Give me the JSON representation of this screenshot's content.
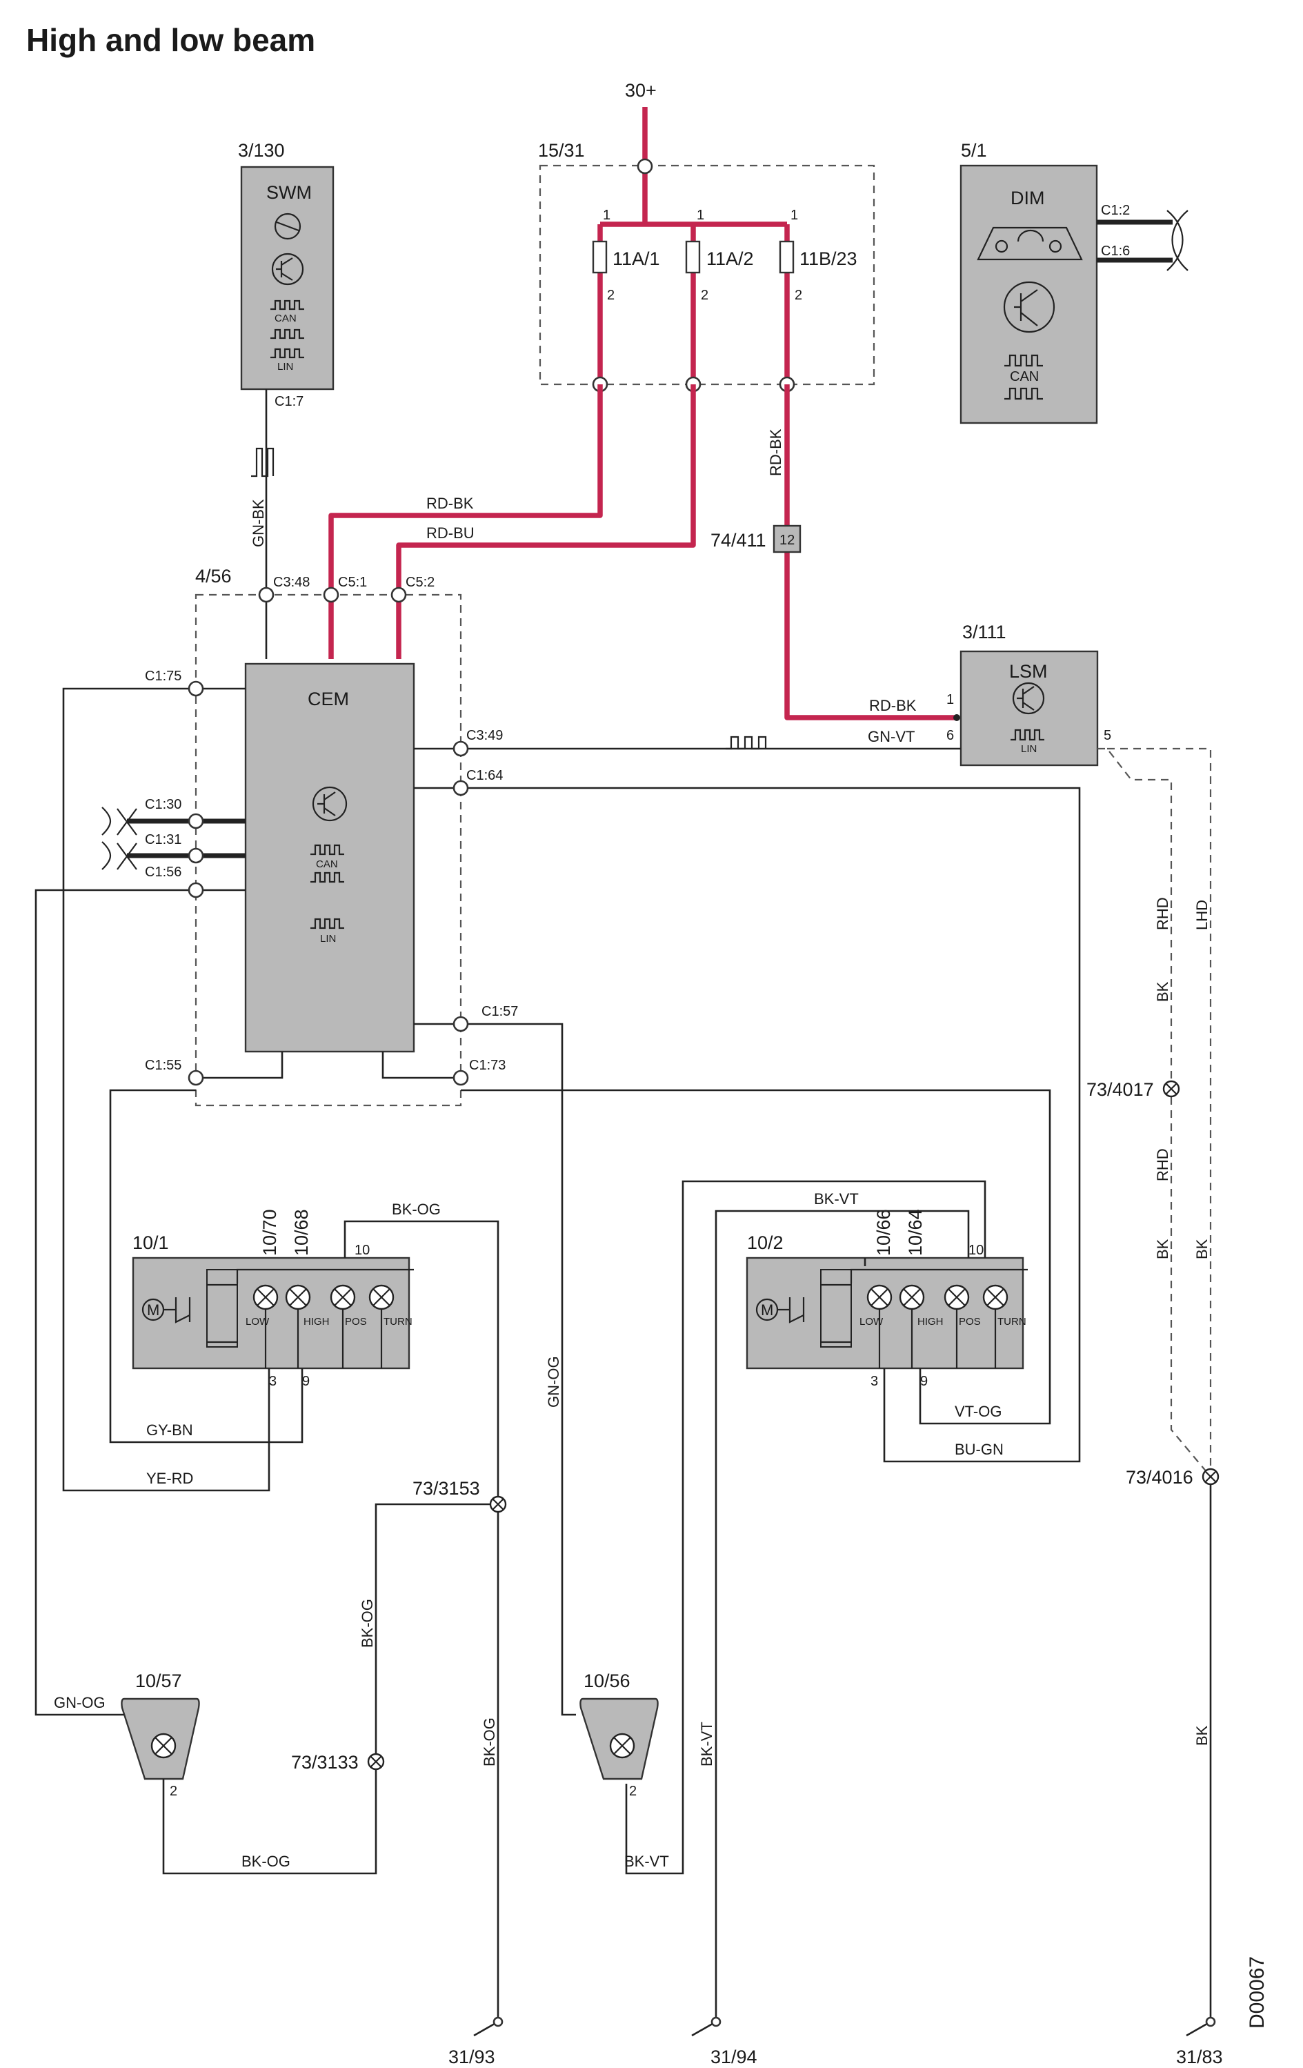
{
  "title": "High and low beam",
  "supply": "30+",
  "doc_code": "D00067",
  "components": {
    "fuse_box": {
      "id": "15/31",
      "fuses": [
        "11A/1",
        "11A/2",
        "11B/23"
      ],
      "pin_in": "1",
      "pin_out": "2"
    },
    "swm": {
      "id": "3/130",
      "name": "SWM",
      "can": "CAN",
      "lin": "LIN",
      "connector": "C1:7"
    },
    "dim": {
      "id": "5/1",
      "name": "DIM",
      "can": "CAN",
      "pins": [
        "C1:2",
        "C1:6"
      ]
    },
    "cem": {
      "id": "4/56",
      "name": "CEM",
      "can": "CAN",
      "lin": "LIN",
      "pins": {
        "c348": "C3:48",
        "c51": "C5:1",
        "c52": "C5:2",
        "c175": "C1:75",
        "c130": "C1:30",
        "c131": "C1:31",
        "c156": "C1:56",
        "c349": "C3:49",
        "c164": "C1:64",
        "c157": "C1:57",
        "c155": "C1:55",
        "c173": "C1:73"
      }
    },
    "lsm": {
      "id": "3/111",
      "name": "LSM",
      "lin": "LIN",
      "pins": [
        "1",
        "6",
        "5"
      ]
    },
    "connector_74_411": {
      "id": "74/411",
      "pin": "12"
    },
    "headlamp_left": {
      "id": "10/1",
      "sub_ids": [
        "10/70",
        "10/68"
      ],
      "motor": "M",
      "bulbs": [
        "LOW",
        "HIGH",
        "POS",
        "TURN"
      ],
      "pins": [
        "10",
        "3",
        "9"
      ]
    },
    "headlamp_right": {
      "id": "10/2",
      "sub_ids": [
        "10/66",
        "10/64"
      ],
      "motor": "M",
      "bulbs": [
        "LOW",
        "HIGH",
        "POS",
        "TURN"
      ],
      "pins": [
        "10",
        "3",
        "9"
      ]
    },
    "lamp_10_57": {
      "id": "10/57",
      "pin": "2"
    },
    "lamp_10_56": {
      "id": "10/56",
      "pin": "2"
    },
    "splices": [
      "73/3153",
      "73/3133",
      "73/4017",
      "73/4016"
    ],
    "grounds": [
      "31/93",
      "31/94",
      "31/83"
    ]
  },
  "wire_labels": {
    "rd_bk": "RD-BK",
    "rd_bu": "RD-BU",
    "gn_bk": "GN-BK",
    "gn_vt": "GN-VT",
    "gy_bn": "GY-BN",
    "ye_rd": "YE-RD",
    "bk_og": "BK-OG",
    "gn_og": "GN-OG",
    "bk_vt": "BK-VT",
    "vt_og": "VT-OG",
    "bu_gn": "BU-GN",
    "bk": "BK",
    "rhd": "RHD",
    "lhd": "LHD"
  },
  "colors": {
    "power_wire": "#c4254f",
    "module_fill": "#b9b9b9",
    "wire": "#222222"
  }
}
